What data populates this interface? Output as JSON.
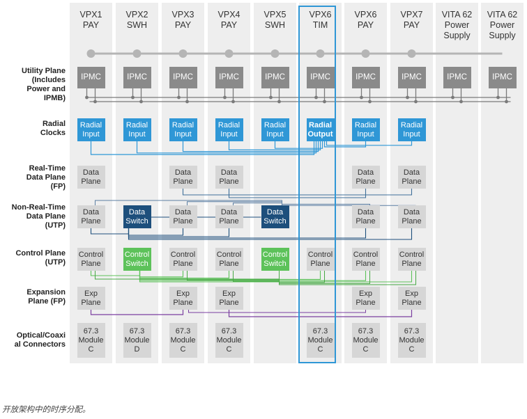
{
  "columns": [
    {
      "id": "vpx1",
      "header": "VPX1\nPAY"
    },
    {
      "id": "vpx2",
      "header": "VPX2\nSWH"
    },
    {
      "id": "vpx3",
      "header": "VPX3\nPAY"
    },
    {
      "id": "vpx4",
      "header": "VPX4\nPAY"
    },
    {
      "id": "vpx5",
      "header": "VPX5\nSWH"
    },
    {
      "id": "vpx6",
      "header": "VPX6\nTIM"
    },
    {
      "id": "vpx6b",
      "header": "VPX6\nPAY"
    },
    {
      "id": "vpx7",
      "header": "VPX7\nPAY"
    },
    {
      "id": "vita1",
      "header": "VITA 62\nPower\nSupply"
    },
    {
      "id": "vita2",
      "header": "VITA 62\nPower\nSupply"
    }
  ],
  "rows": [
    {
      "id": "utility",
      "label": "Utility Plane\n(Includes\nPower and\nIPMB)"
    },
    {
      "id": "radial",
      "label": "Radial\nClocks"
    },
    {
      "id": "rtdata",
      "label": "Real-Time\nData Plane\n(FP)"
    },
    {
      "id": "nrtdata",
      "label": "Non-Real-Time\nData Plane\n(UTP)"
    },
    {
      "id": "control",
      "label": "Control Plane\n(UTP)"
    },
    {
      "id": "expansion",
      "label": "Expansion\nPlane (FP)"
    },
    {
      "id": "optical",
      "label": "Optical/Coaxi\nal Connectors"
    }
  ],
  "cells": {
    "utility": [
      "IPMC",
      "IPMC",
      "IPMC",
      "IPMC",
      "IPMC",
      "IPMC",
      "IPMC",
      "IPMC",
      "IPMC",
      "IPMC"
    ],
    "radial": [
      "Radial\nInput",
      "Radial\nInput",
      "Radial\nInput",
      "Radial\nInput",
      "Radial\nInput",
      "Radial\nOutput",
      "Radial\nInput",
      "Radial\nInput",
      "",
      ""
    ],
    "rtdata": [
      "Data\nPlane",
      "",
      "Data\nPlane",
      "Data\nPlane",
      "",
      "",
      "Data\nPlane",
      "Data\nPlane",
      "",
      ""
    ],
    "nrtdata": [
      "Data\nPlane",
      "Data\nSwitch",
      "Data\nPlane",
      "Data\nPlane",
      "Data\nSwitch",
      "",
      "Data\nPlane",
      "Data\nPlane",
      "",
      ""
    ],
    "control": [
      "Control\nPlane",
      "Control\nSwitch",
      "Control\nPlane",
      "Control\nPlane",
      "Control\nSwitch",
      "Control\nPlane",
      "Control\nPlane",
      "Control\nPlane",
      "",
      ""
    ],
    "expansion": [
      "Exp\nPlane",
      "",
      "Exp\nPlane",
      "Exp\nPlane",
      "",
      "",
      "Exp\nPlane",
      "Exp\nPlane",
      "",
      ""
    ],
    "optical": [
      "67.3\nModule\nC",
      "67.3\nModule\nD",
      "67.3\nModule\nC",
      "67.3\nModule\nC",
      "",
      "67.3\nModule\nC",
      "67.3\nModule\nC",
      "67.3\nModule\nC",
      "",
      ""
    ]
  },
  "caption": "开放架构中的时序分配。",
  "colors": {
    "column_bg": "#eeeeee",
    "ipmc": "#8a8a8a",
    "plane": "#d6d6d6",
    "radial": "#2f97d6",
    "data_switch": "#1d4f7c",
    "control_switch": "#5dc25a",
    "expansion_link": "#7b3fa0",
    "highlight": "#2f97d6"
  }
}
